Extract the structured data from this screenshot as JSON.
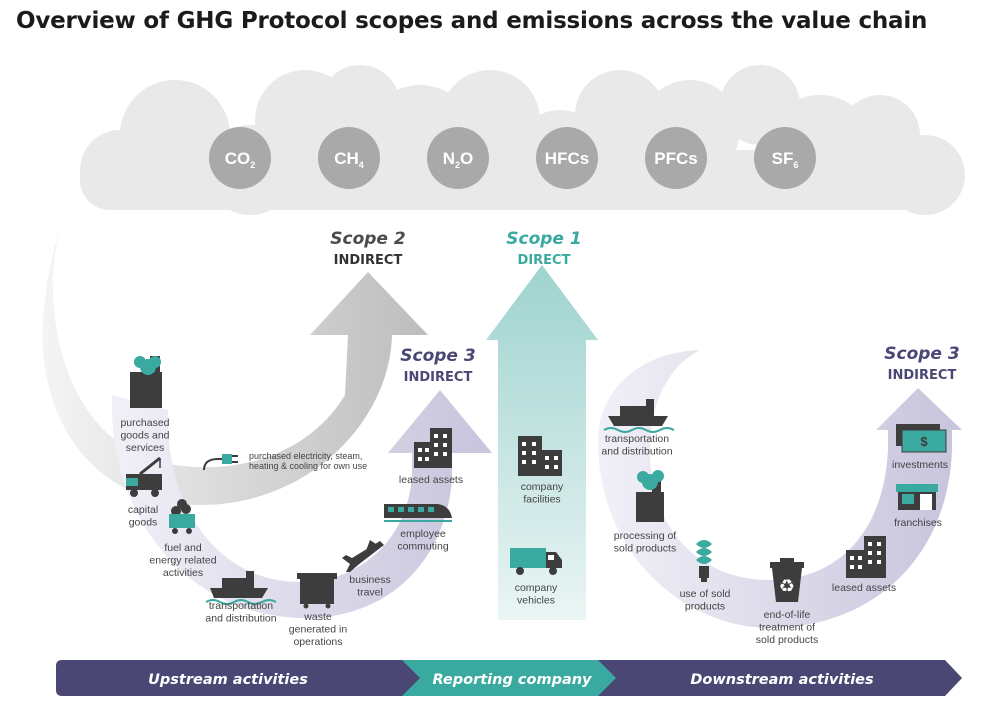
{
  "title": "Overview of GHG Protocol scopes and emissions across the value chain",
  "colors": {
    "cloud": "#e9e9ea",
    "gas_circle": "#a9a9a9",
    "scope1": "#3aa9a0",
    "scope2_arrow": "#c9c9cb",
    "scope3_purple": "#4a4775",
    "scope3_arrow": "#cfcde2",
    "band_purple": "#4a4775",
    "band_teal": "#3aa9a0",
    "icon_dark": "#3d3d3d",
    "icon_teal": "#3aa9a0"
  },
  "gases": [
    {
      "main": "CO",
      "sub": "2"
    },
    {
      "main": "CH",
      "sub": "4"
    },
    {
      "main": "N",
      "sub": "2",
      "tail": "O"
    },
    {
      "main": "HFCs",
      "sub": ""
    },
    {
      "main": "PFCs",
      "sub": ""
    },
    {
      "main": "SF",
      "sub": "6"
    }
  ],
  "scopes": {
    "scope2": {
      "title": "Scope 2",
      "sub": "INDIRECT"
    },
    "scope1": {
      "title": "Scope 1",
      "sub": "DIRECT"
    },
    "scope3_up": {
      "title": "Scope 3",
      "sub": "INDIRECT"
    },
    "scope3_down": {
      "title": "Scope 3",
      "sub": "INDIRECT"
    }
  },
  "labels": {
    "purchased_goods": [
      "purchased",
      "goods and",
      "services"
    ],
    "capital_goods": [
      "capital",
      "goods"
    ],
    "fuel_energy": [
      "fuel and",
      "energy related",
      "activities"
    ],
    "transport_up": [
      "transportation",
      "and distribution"
    ],
    "waste": [
      "waste",
      "generated in",
      "operations"
    ],
    "business_travel": [
      "business",
      "travel"
    ],
    "employee_commuting": [
      "employee",
      "commuting"
    ],
    "leased_assets_up": [
      "leased assets"
    ],
    "electricity": [
      "purchased electricity, steam,",
      "heating & cooling for own use"
    ],
    "company_facilities": [
      "company",
      "facilities"
    ],
    "company_vehicles": [
      "company",
      "vehicles"
    ],
    "transport_down": [
      "transportation",
      "and distribution"
    ],
    "processing": [
      "processing of",
      "sold products"
    ],
    "use_sold": [
      "use of sold",
      "products"
    ],
    "end_of_life": [
      "end-of-life",
      "treatment of",
      "sold products"
    ],
    "leased_assets_down": [
      "leased assets"
    ],
    "franchises": [
      "franchises"
    ],
    "investments": [
      "investments"
    ]
  },
  "band": {
    "upstream": "Upstream activities",
    "reporting": "Reporting company",
    "downstream": "Downstream activities"
  },
  "icons": {
    "dollar": "$"
  }
}
